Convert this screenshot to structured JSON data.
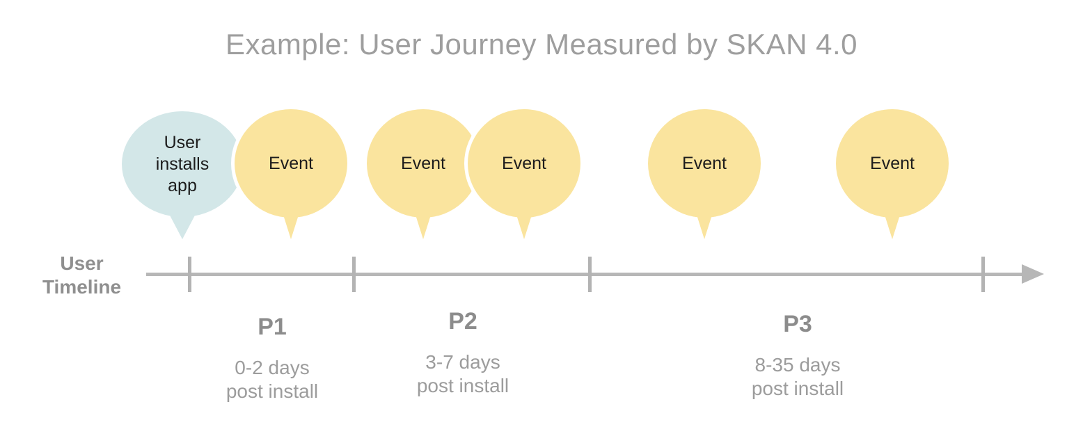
{
  "title": "Example: User Journey Measured by SKAN 4.0",
  "timeline": {
    "label_line1": "User",
    "label_line2": "Timeline"
  },
  "bubbles": [
    {
      "label": "User installs app",
      "type": "install"
    },
    {
      "label": "Event",
      "type": "event"
    },
    {
      "label": "Event",
      "type": "event"
    },
    {
      "label": "Event",
      "type": "event"
    },
    {
      "label": "Event",
      "type": "event"
    },
    {
      "label": "Event",
      "type": "event"
    }
  ],
  "periods": [
    {
      "name": "P1",
      "range": "0-2 days",
      "detail": "post install"
    },
    {
      "name": "P2",
      "range": "3-7 days",
      "detail": "post install"
    },
    {
      "name": "P3",
      "range": "8-35 days",
      "detail": "post install"
    }
  ],
  "colors": {
    "install_bubble": "#d3e7e8",
    "event_bubble": "#fae49e",
    "timeline_gray": "#b5b5b5",
    "label_gray": "#8f8f8f",
    "title_gray": "#9e9e9e",
    "bubble_text": "#1c1c1c"
  }
}
